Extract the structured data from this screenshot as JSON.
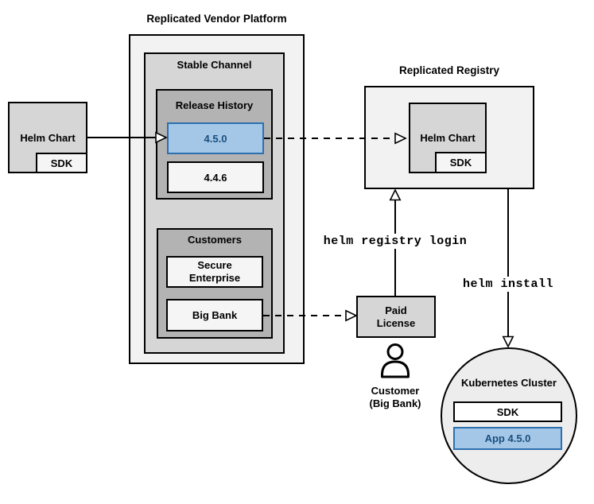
{
  "labels": {
    "platform_title": "Replicated Vendor Platform",
    "stable_channel": "Stable Channel",
    "release_history": "Release History",
    "release_new": "4.5.0",
    "release_old": "4.4.6",
    "customers": "Customers",
    "customer_secure": "Secure Enterprise",
    "customer_bigbank": "Big Bank",
    "helm_chart": "Helm Chart",
    "sdk": "SDK",
    "registry_title": "Replicated Registry",
    "registry_helm_chart": "Helm Chart",
    "registry_sdk": "SDK",
    "paid_license": "Paid License",
    "customer_caption_line1": "Customer",
    "customer_caption_line2": "(Big Bank)",
    "cmd_registry_login": "helm registry login",
    "cmd_install": "helm install",
    "k8s_title": "Kubernetes Cluster",
    "k8s_sdk": "SDK",
    "k8s_app": "App 4.5.0"
  },
  "icons": {
    "customer": "person-icon"
  },
  "colors": {
    "container_fill": "#f2f2f2",
    "panel_fill": "#d6d6d6",
    "header_fill": "#b3b3b3",
    "item_fill": "#f5f5f5",
    "k8s_fill": "#ededed",
    "highlight_fill": "#a4c7e8",
    "highlight_border": "#2c70ae",
    "highlight_text": "#1b4f7e",
    "line": "#000000",
    "background": "#ffffff"
  }
}
